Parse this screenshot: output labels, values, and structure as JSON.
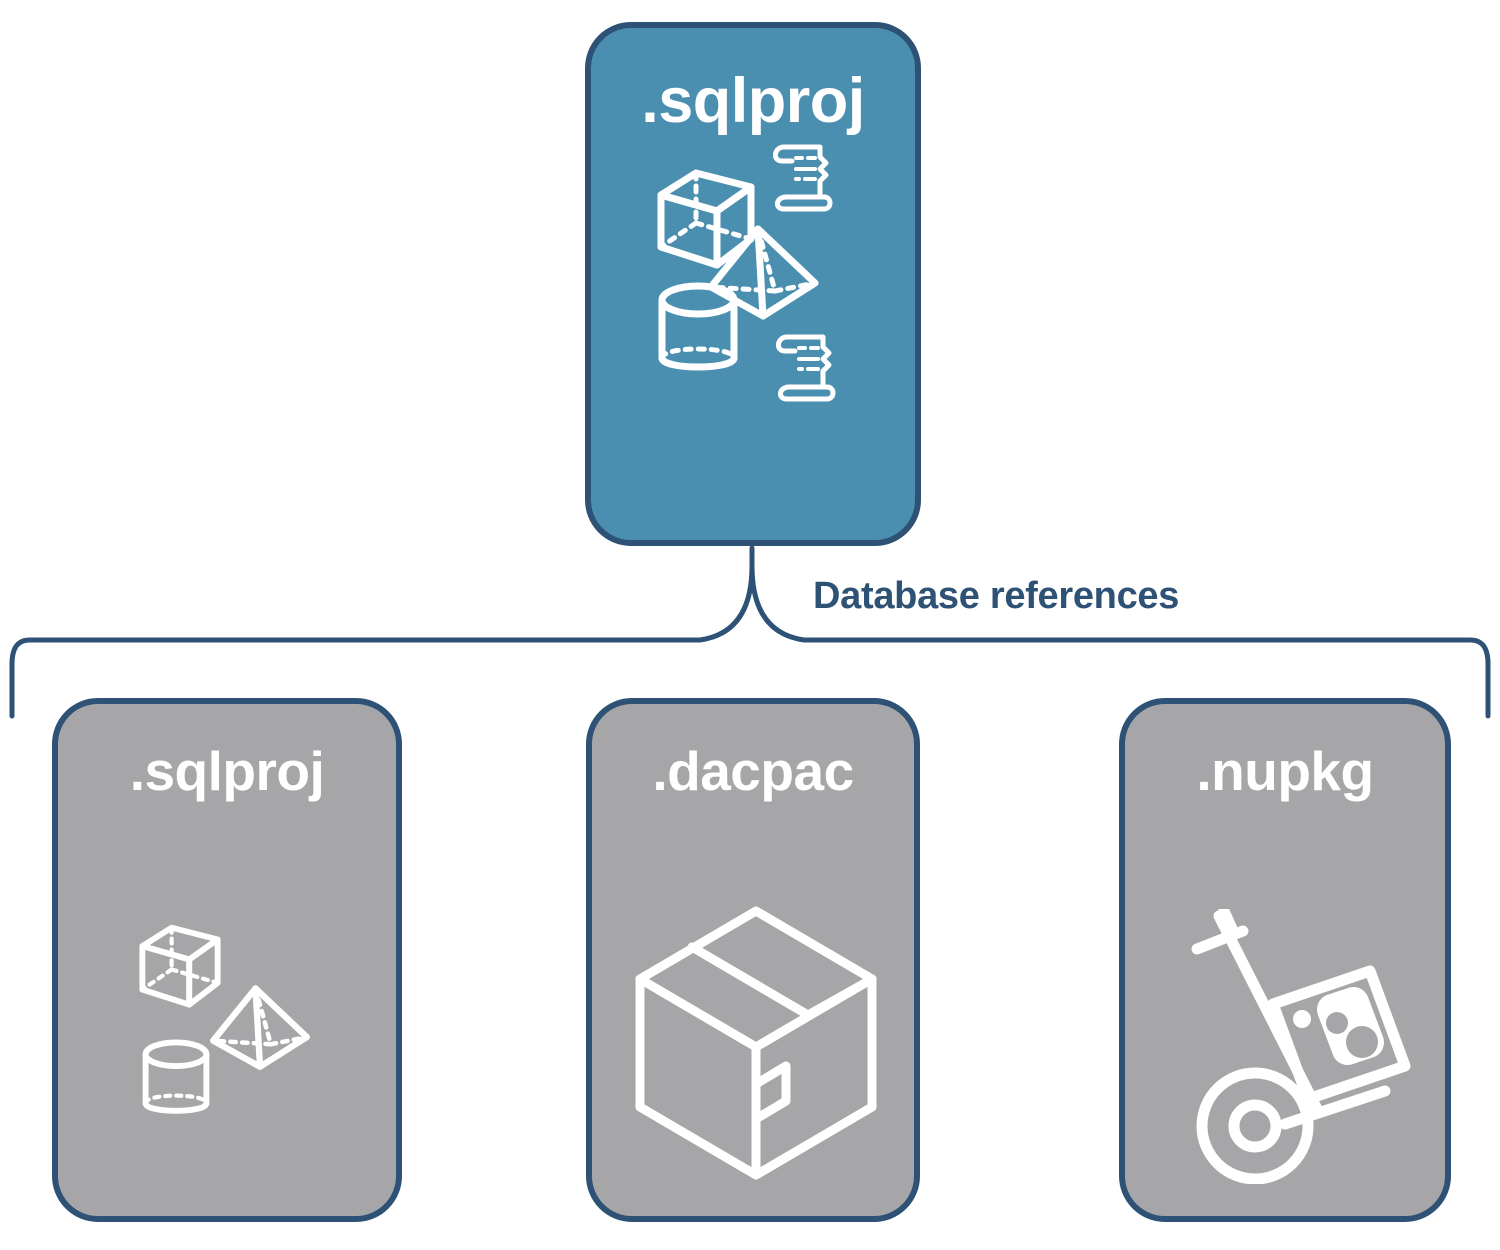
{
  "diagram": {
    "title_root": ".sqlproj",
    "relationship_label": "Database references",
    "colors": {
      "primary_fill": "#4a8fb0",
      "secondary_fill": "#a6a6a8",
      "border": "#2d5275",
      "icon_stroke": "#ffffff",
      "label_text": "#2d5275",
      "background": "#ffffff"
    },
    "root_node": {
      "label": ".sqlproj",
      "fill": "#4a8fb0",
      "icons": [
        "cube-icon",
        "scroll-icon",
        "pyramid-icon",
        "cylinder-icon",
        "scroll-icon"
      ]
    },
    "reference_nodes": [
      {
        "label": ".sqlproj",
        "fill": "#a6a6a8",
        "icons": [
          "cube-icon",
          "pyramid-icon",
          "cylinder-icon"
        ]
      },
      {
        "label": ".dacpac",
        "fill": "#a6a6a8",
        "icons": [
          "package-box-icon"
        ]
      },
      {
        "label": ".nupkg",
        "fill": "#a6a6a8",
        "icons": [
          "hand-truck-nuget-icon"
        ]
      }
    ],
    "connector": {
      "type": "curly-brace",
      "label": "Database references",
      "from": ".sqlproj",
      "to": [
        ".sqlproj",
        ".dacpac",
        ".nupkg"
      ]
    }
  }
}
